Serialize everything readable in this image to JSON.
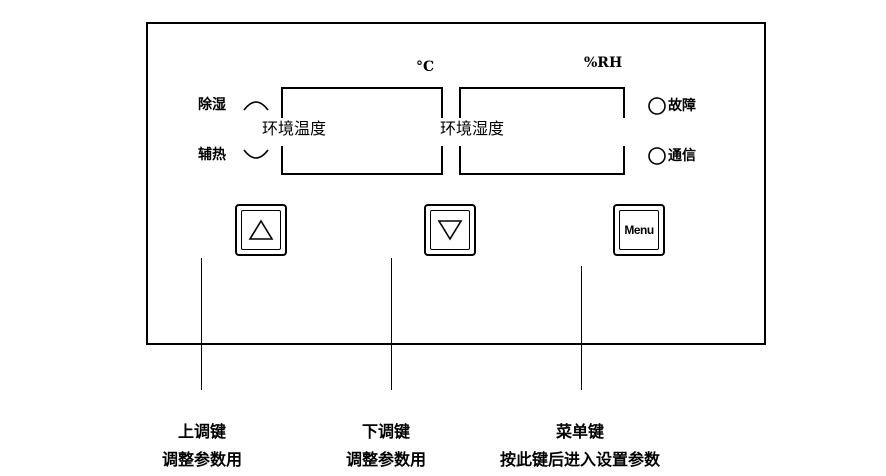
{
  "display": {
    "left_unit": "°C",
    "right_unit": "%RH",
    "left_label": "环境温度",
    "right_label": "环境湿度"
  },
  "indicators": {
    "dehumidify": "除湿",
    "heat": "辅热",
    "fault": "故障",
    "comm": "通信"
  },
  "keys": {
    "up_symbol": "△",
    "down_symbol": "▽",
    "menu_label": "Menu"
  },
  "captions": {
    "up": {
      "line1": "上调键",
      "line2": "调整参数用"
    },
    "down": {
      "line1": "下调键",
      "line2": "调整参数用"
    },
    "menu": {
      "line1": "菜单键",
      "line2": "按此键后进入设置参数"
    }
  }
}
